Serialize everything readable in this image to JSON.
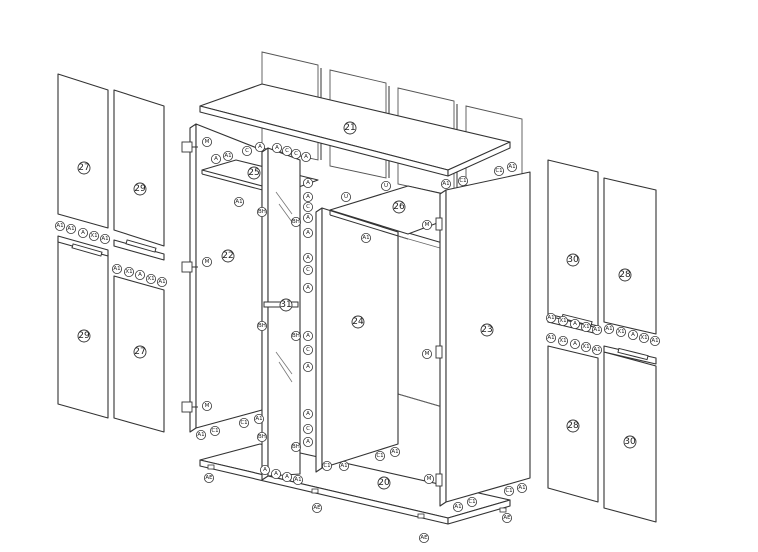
{
  "colors": {
    "line": "#333333",
    "background": "#ffffff"
  },
  "parts": {
    "top": "21",
    "bottom": "20",
    "shelf_left": "25",
    "shelf_right": "26",
    "side_left": "22",
    "side_right": "23",
    "divider": "24",
    "mirror_door": "31",
    "left_upper_a": "27",
    "left_upper_b": "29",
    "left_lower_a": "29",
    "left_lower_b": "27",
    "right_upper_a": "30",
    "right_upper_b": "28",
    "right_lower_a": "28",
    "right_lower_b": "30"
  },
  "hardware": {
    "A": "A",
    "A1": "A1",
    "C": "C",
    "C1": "C1",
    "X1": "X1",
    "M": "M",
    "U": "U",
    "BH": "BH",
    "AE": "AE"
  },
  "icons": [
    "hinge-icon",
    "handle-icon",
    "foot-icon"
  ]
}
